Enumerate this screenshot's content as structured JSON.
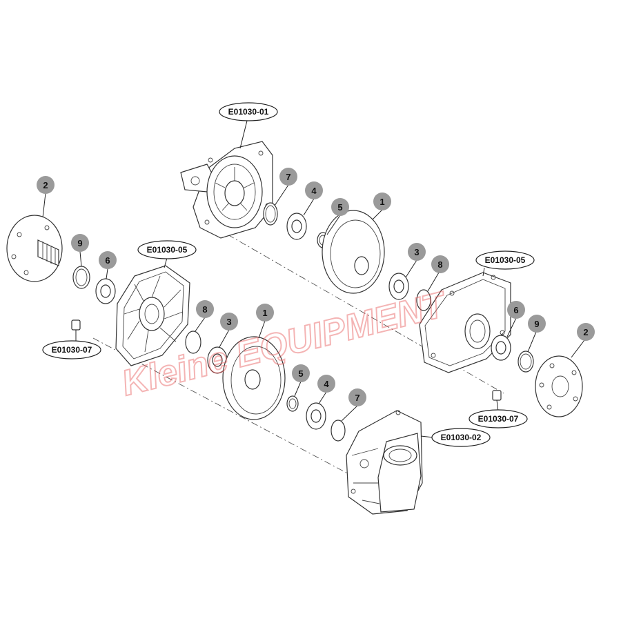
{
  "watermark": {
    "text": "Kleine EQUIPMENT"
  },
  "callouts": {
    "top_housing": "E01030-01",
    "bottom_housing": "E01030-02",
    "left_cover": "E01030-05",
    "right_cover": "E01030-05",
    "left_plug": "E01030-07",
    "right_plug": "E01030-07"
  },
  "markers": {
    "left_flange": "2",
    "left_snap_ring": "9",
    "left_seal": "6",
    "left_oring": "8",
    "left_bearing": "3",
    "left_gear": "1",
    "left_small_ring": "5",
    "left_bearing_b": "4",
    "left_oring_b": "7",
    "top_oring": "7",
    "top_bearing": "4",
    "top_small_ring": "5",
    "top_gear": "1",
    "right_bearing": "3",
    "right_oring": "8",
    "right_seal": "6",
    "right_snap_ring": "9",
    "right_flange": "2"
  },
  "colors": {
    "marker_fill": "#9a9a9a",
    "oval_stroke": "#222222",
    "watermark": "#e85a5a"
  }
}
